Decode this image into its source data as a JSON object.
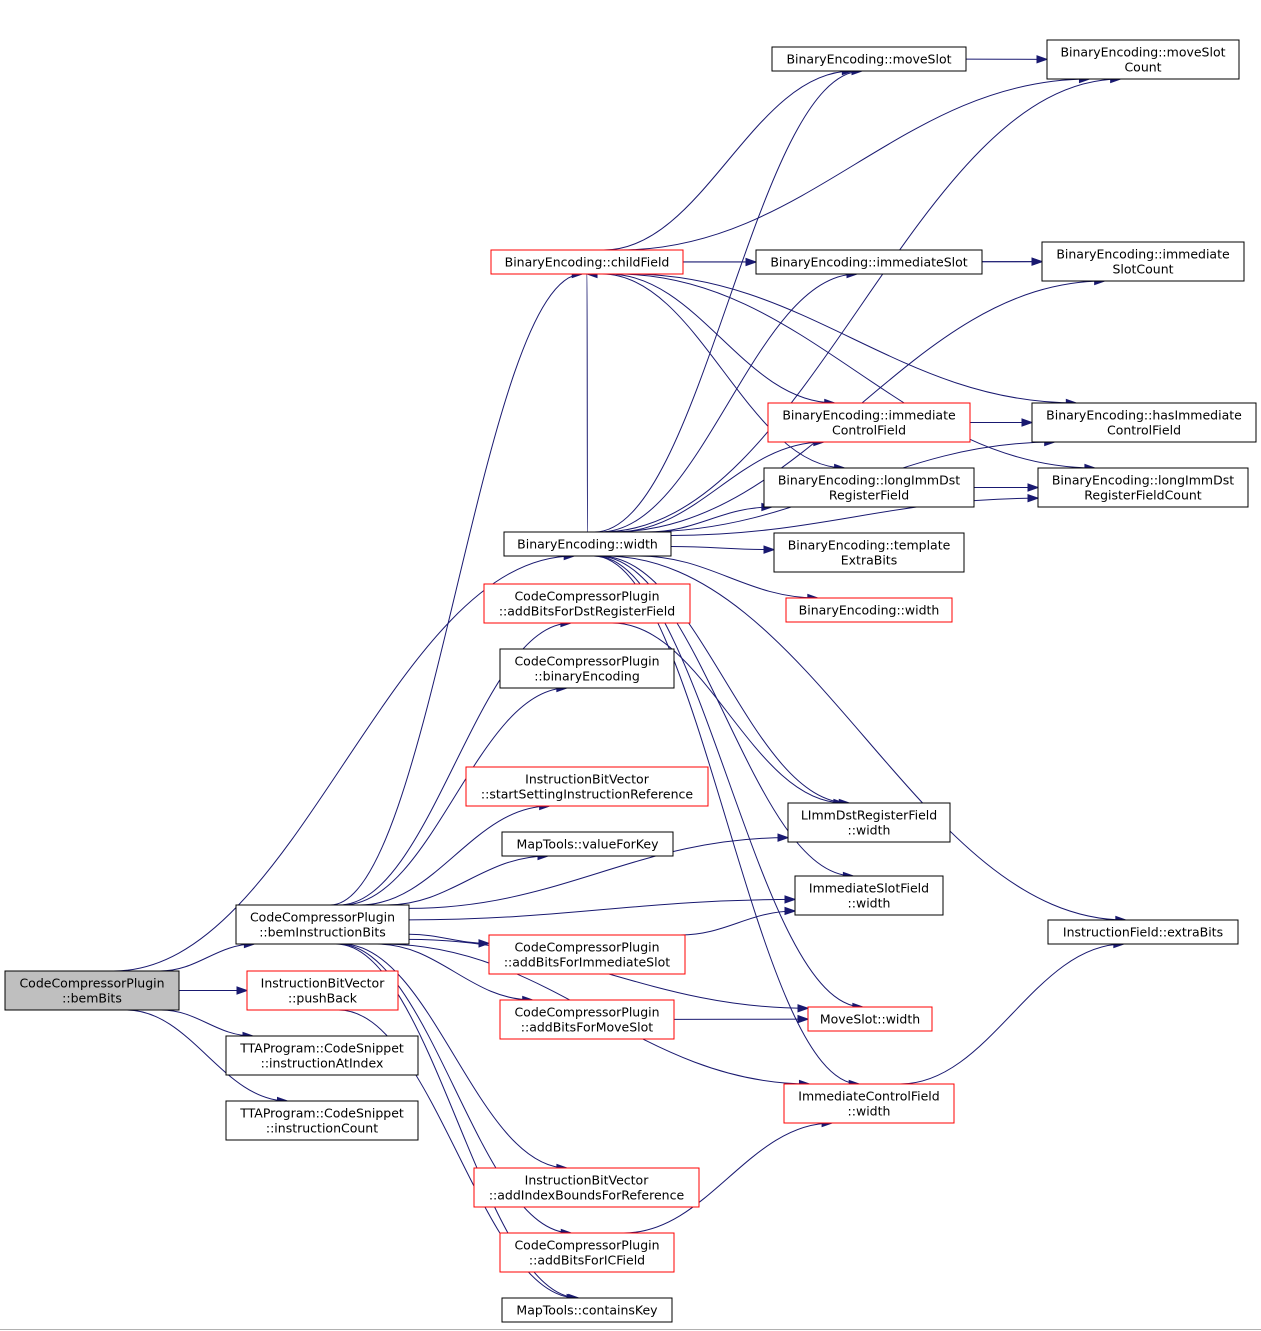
{
  "colors": {
    "edge": "#191970",
    "border_default": "#000000",
    "border_truncated": "#ff0000",
    "root_fill": "#bfbfbf",
    "fill": "#ffffff"
  },
  "nodes": [
    {
      "id": "root",
      "lines": [
        "CodeCompressorPlugin",
        "::bemBits"
      ],
      "style": "root"
    },
    {
      "id": "bemInstructionBits",
      "lines": [
        "CodeCompressorPlugin",
        "::bemInstructionBits"
      ],
      "style": "default"
    },
    {
      "id": "pushBack",
      "lines": [
        "InstructionBitVector",
        "::pushBack"
      ],
      "style": "truncated"
    },
    {
      "id": "instructionAtIndex",
      "lines": [
        "TTAProgram::CodeSnippet",
        "::instructionAtIndex"
      ],
      "style": "default"
    },
    {
      "id": "instructionCount",
      "lines": [
        "TTAProgram::CodeSnippet",
        "::instructionCount"
      ],
      "style": "default"
    },
    {
      "id": "childField",
      "lines": [
        "BinaryEncoding::childField"
      ],
      "style": "truncated"
    },
    {
      "id": "beWidth",
      "lines": [
        "BinaryEncoding::width"
      ],
      "style": "default"
    },
    {
      "id": "addBitsForDstRegisterField",
      "lines": [
        "CodeCompressorPlugin",
        "::addBitsForDstRegisterField"
      ],
      "style": "truncated"
    },
    {
      "id": "binaryEncoding",
      "lines": [
        "CodeCompressorPlugin",
        "::binaryEncoding"
      ],
      "style": "default"
    },
    {
      "id": "startSetting",
      "lines": [
        "InstructionBitVector",
        "::startSettingInstructionReference"
      ],
      "style": "truncated"
    },
    {
      "id": "valueForKey",
      "lines": [
        "MapTools::valueForKey"
      ],
      "style": "default"
    },
    {
      "id": "addBitsForImmediateSlot",
      "lines": [
        "CodeCompressorPlugin",
        "::addBitsForImmediateSlot"
      ],
      "style": "truncated"
    },
    {
      "id": "addBitsForMoveSlot",
      "lines": [
        "CodeCompressorPlugin",
        "::addBitsForMoveSlot"
      ],
      "style": "truncated"
    },
    {
      "id": "addIndexBounds",
      "lines": [
        "InstructionBitVector",
        "::addIndexBoundsForReference"
      ],
      "style": "truncated"
    },
    {
      "id": "addBitsForICField",
      "lines": [
        "CodeCompressorPlugin",
        "::addBitsForICField"
      ],
      "style": "truncated"
    },
    {
      "id": "containsKey",
      "lines": [
        "MapTools::containsKey"
      ],
      "style": "default"
    },
    {
      "id": "moveSlot",
      "lines": [
        "BinaryEncoding::moveSlot"
      ],
      "style": "default"
    },
    {
      "id": "immediateSlot",
      "lines": [
        "BinaryEncoding::immediateSlot"
      ],
      "style": "default"
    },
    {
      "id": "immediateControlField",
      "lines": [
        "BinaryEncoding::immediate",
        "ControlField"
      ],
      "style": "truncated"
    },
    {
      "id": "longImmDstRegisterField",
      "lines": [
        "BinaryEncoding::longImmDst",
        "RegisterField"
      ],
      "style": "default"
    },
    {
      "id": "templateExtraBits",
      "lines": [
        "BinaryEncoding::template",
        "ExtraBits"
      ],
      "style": "default"
    },
    {
      "id": "beWidth2",
      "lines": [
        "BinaryEncoding::width"
      ],
      "style": "truncated"
    },
    {
      "id": "limmWidth",
      "lines": [
        "LImmDstRegisterField",
        "::width"
      ],
      "style": "default"
    },
    {
      "id": "immSlotFieldWidth",
      "lines": [
        "ImmediateSlotField",
        "::width"
      ],
      "style": "default"
    },
    {
      "id": "moveSlotWidth",
      "lines": [
        "MoveSlot::width"
      ],
      "style": "truncated"
    },
    {
      "id": "icFieldWidth",
      "lines": [
        "ImmediateControlField",
        "::width"
      ],
      "style": "truncated"
    },
    {
      "id": "moveSlotCount",
      "lines": [
        "BinaryEncoding::moveSlot",
        "Count"
      ],
      "style": "default"
    },
    {
      "id": "immediateSlotCount",
      "lines": [
        "BinaryEncoding::immediate",
        "SlotCount"
      ],
      "style": "default"
    },
    {
      "id": "hasImmediateControlField",
      "lines": [
        "BinaryEncoding::hasImmediate",
        "ControlField"
      ],
      "style": "default"
    },
    {
      "id": "longImmDstRegisterFieldCount",
      "lines": [
        "BinaryEncoding::longImmDst",
        "RegisterFieldCount"
      ],
      "style": "default"
    },
    {
      "id": "extraBits",
      "lines": [
        "InstructionField::extraBits"
      ],
      "style": "default"
    }
  ],
  "edges": [
    [
      "root",
      "bemInstructionBits"
    ],
    [
      "root",
      "pushBack"
    ],
    [
      "root",
      "instructionAtIndex"
    ],
    [
      "root",
      "instructionCount"
    ],
    [
      "root",
      "beWidth"
    ],
    [
      "bemInstructionBits",
      "childField"
    ],
    [
      "bemInstructionBits",
      "addBitsForDstRegisterField"
    ],
    [
      "bemInstructionBits",
      "binaryEncoding"
    ],
    [
      "bemInstructionBits",
      "startSetting"
    ],
    [
      "bemInstructionBits",
      "valueForKey"
    ],
    [
      "bemInstructionBits",
      "limmWidth"
    ],
    [
      "bemInstructionBits",
      "immSlotFieldWidth"
    ],
    [
      "bemInstructionBits",
      "addBitsForImmediateSlot"
    ],
    [
      "bemInstructionBits",
      "addBitsForMoveSlot"
    ],
    [
      "bemInstructionBits",
      "moveSlotWidth"
    ],
    [
      "bemInstructionBits",
      "icFieldWidth"
    ],
    [
      "bemInstructionBits",
      "addIndexBounds"
    ],
    [
      "bemInstructionBits",
      "addBitsForICField"
    ],
    [
      "bemInstructionBits",
      "containsKey"
    ],
    [
      "pushBack",
      "containsKey"
    ],
    [
      "childField",
      "moveSlot"
    ],
    [
      "childField",
      "moveSlotCount"
    ],
    [
      "childField",
      "immediateSlot"
    ],
    [
      "childField",
      "immediateSlotCount"
    ],
    [
      "childField",
      "immediateControlField"
    ],
    [
      "childField",
      "hasImmediateControlField"
    ],
    [
      "childField",
      "longImmDstRegisterField"
    ],
    [
      "childField",
      "longImmDstRegisterFieldCount"
    ],
    [
      "beWidth",
      "childField"
    ],
    [
      "beWidth",
      "moveSlot"
    ],
    [
      "beWidth",
      "moveSlotCount"
    ],
    [
      "beWidth",
      "immediateSlot"
    ],
    [
      "beWidth",
      "immediateSlotCount"
    ],
    [
      "beWidth",
      "immediateControlField"
    ],
    [
      "beWidth",
      "longImmDstRegisterField"
    ],
    [
      "beWidth",
      "templateExtraBits"
    ],
    [
      "beWidth",
      "beWidth2"
    ],
    [
      "beWidth",
      "hasImmediateControlField"
    ],
    [
      "beWidth",
      "longImmDstRegisterFieldCount"
    ],
    [
      "beWidth",
      "limmWidth"
    ],
    [
      "beWidth",
      "immSlotFieldWidth"
    ],
    [
      "beWidth",
      "moveSlotWidth"
    ],
    [
      "beWidth",
      "icFieldWidth"
    ],
    [
      "beWidth",
      "extraBits"
    ],
    [
      "moveSlot",
      "moveSlotCount"
    ],
    [
      "immediateSlot",
      "immediateSlotCount"
    ],
    [
      "immediateControlField",
      "hasImmediateControlField"
    ],
    [
      "longImmDstRegisterField",
      "longImmDstRegisterFieldCount"
    ],
    [
      "addBitsForDstRegisterField",
      "limmWidth"
    ],
    [
      "addBitsForImmediateSlot",
      "immSlotFieldWidth"
    ],
    [
      "addBitsForMoveSlot",
      "moveSlotWidth"
    ],
    [
      "addBitsForICField",
      "icFieldWidth"
    ],
    [
      "icFieldWidth",
      "extraBits"
    ]
  ]
}
